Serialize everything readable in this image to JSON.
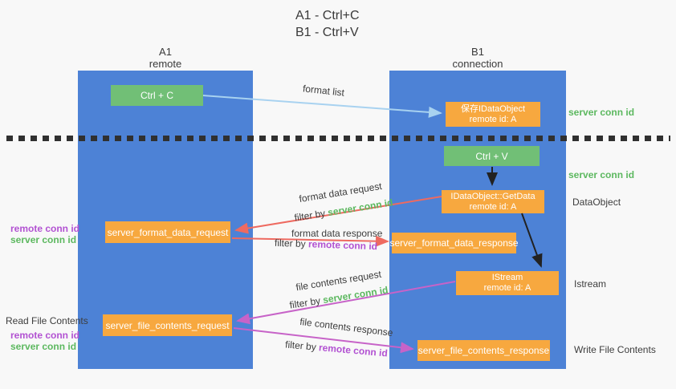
{
  "title": {
    "line1": "A1 - Ctrl+C",
    "line2": "B1 - Ctrl+V"
  },
  "lanes": {
    "left": {
      "name": "A1",
      "role": "remote"
    },
    "right": {
      "name": "B1",
      "role": "connection"
    }
  },
  "nodes": {
    "ctrl_c": {
      "label": "Ctrl + C"
    },
    "ctrl_v": {
      "label": "Ctrl + V"
    },
    "save_idataobject": {
      "line1": "保存IDataObject",
      "line2": "remote id: A"
    },
    "getdata": {
      "line1": "IDataObject::GetData",
      "line2": "remote id: A"
    },
    "istream": {
      "line1": "IStream",
      "line2": "remote id: A"
    },
    "format_request": {
      "label": "server_format_data_request"
    },
    "format_response": {
      "label": "server_format_data_response"
    },
    "file_request": {
      "label": "server_file_contents_request"
    },
    "file_response": {
      "label": "server_file_contents_response"
    }
  },
  "arrow_labels": {
    "format_list": "format list",
    "format_data_request": "format data request",
    "format_data_response": "format data response",
    "file_contents_request": "file contents request",
    "file_contents_response": "file contents response",
    "filter_by": "filter by ",
    "server_conn_id": "server conn id",
    "remote_conn_id": "remote conn id"
  },
  "margin_labels": {
    "server_conn_id_top": "server conn id",
    "server_conn_id_mid": "server conn id",
    "dataobject": "DataObject",
    "istream": "Istream",
    "write_file_contents": "Write File Contents",
    "read_file_contents": "Read File Contents",
    "remote_conn_id_format": "remote conn id",
    "server_conn_id_format": "server conn id",
    "remote_conn_id_file": "remote conn id",
    "server_conn_id_file": "server conn id"
  },
  "colors": {
    "lane_blue": "#4d82d6",
    "node_green": "#71bf76",
    "node_orange": "#f7a83f",
    "server_conn_green": "#5cb85f",
    "remote_conn_purple": "#b252d2",
    "arrow_red": "#ee6a60",
    "arrow_magenta": "#c763c8",
    "arrow_lightblue": "#a8d2f0",
    "arrow_black": "#222222",
    "divider_gray": "#303030"
  }
}
